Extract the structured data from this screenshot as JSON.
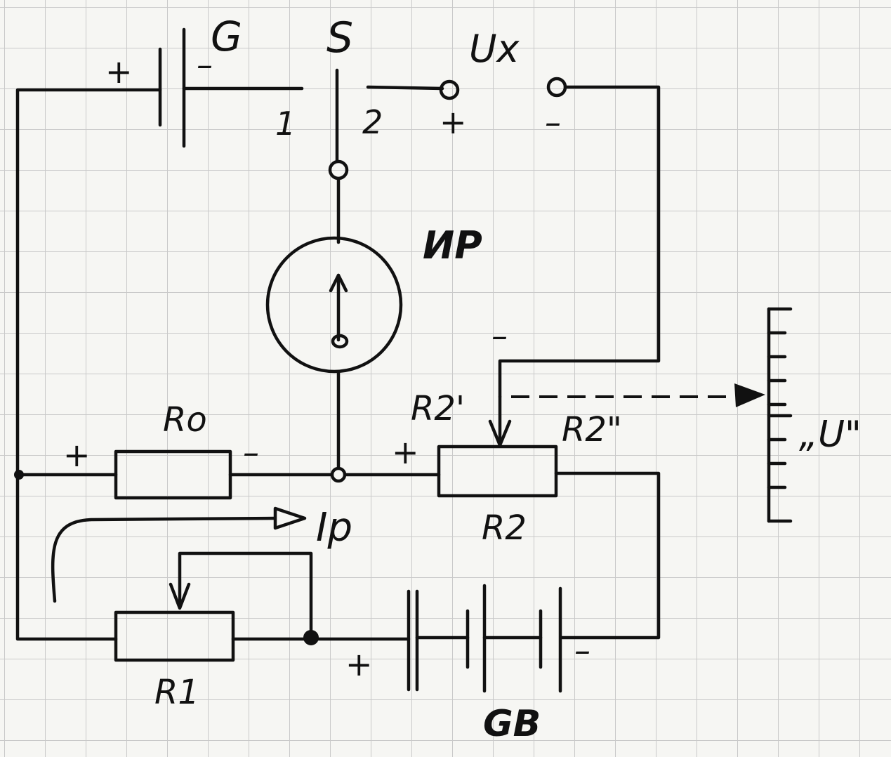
{
  "labels": {
    "G": "G",
    "S": "S",
    "Ux": "Ux",
    "pos1": "1",
    "pos2": "2",
    "IR": "ИР",
    "R0": "Ro",
    "R2prime": "R2'",
    "R2dprime": "R2\"",
    "R2": "R2",
    "R1": "R1",
    "GB": "GB",
    "Ip": "Ip",
    "scaleU": "„U\""
  },
  "signs": {
    "plus": "+",
    "minus": "–"
  }
}
